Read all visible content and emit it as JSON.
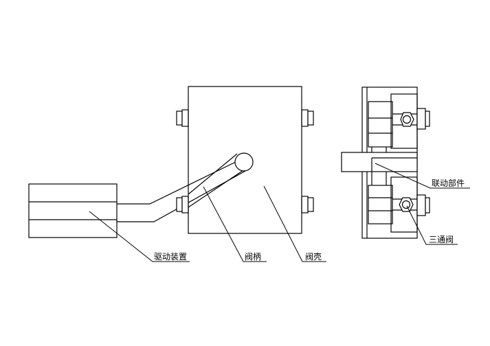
{
  "labels": {
    "drive_device": "驱动装置",
    "valve_handle": "阀柄",
    "valve_shell": "阀壳",
    "linkage_part": "联动部件",
    "three_way_valve": "三通阀"
  }
}
